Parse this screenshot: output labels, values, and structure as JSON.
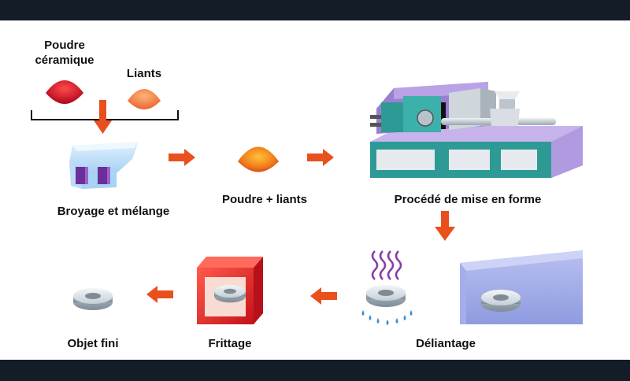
{
  "labels": {
    "ceramic_powder_line1": "Poudre",
    "ceramic_powder_line2": "céramique",
    "binders": "Liants",
    "grinding_mixing": "Broyage et mélange",
    "powder_binders": "Poudre + liants",
    "shaping_process": "Procédé de mise en forme",
    "debinding": "Déliantage",
    "sintering": "Frittage",
    "finished_object": "Objet fini"
  },
  "colors": {
    "arrow": "#e8501e",
    "ceramic_powder": "#c8102e",
    "binders": "#f07b3c",
    "machine_purple": "#a98ad6",
    "machine_teal": "#2e9a96",
    "furnace_red": "#e0261e",
    "debinding_blue": "#9aa8e8",
    "steam": "#8a3aa6",
    "drops": "#3a8fd8"
  },
  "icons": [
    "heap-icon",
    "mixer-icon",
    "injection-machine-icon",
    "ring-part-icon",
    "furnace-icon",
    "steam-icon",
    "water-drops-icon",
    "arrow-icon"
  ]
}
